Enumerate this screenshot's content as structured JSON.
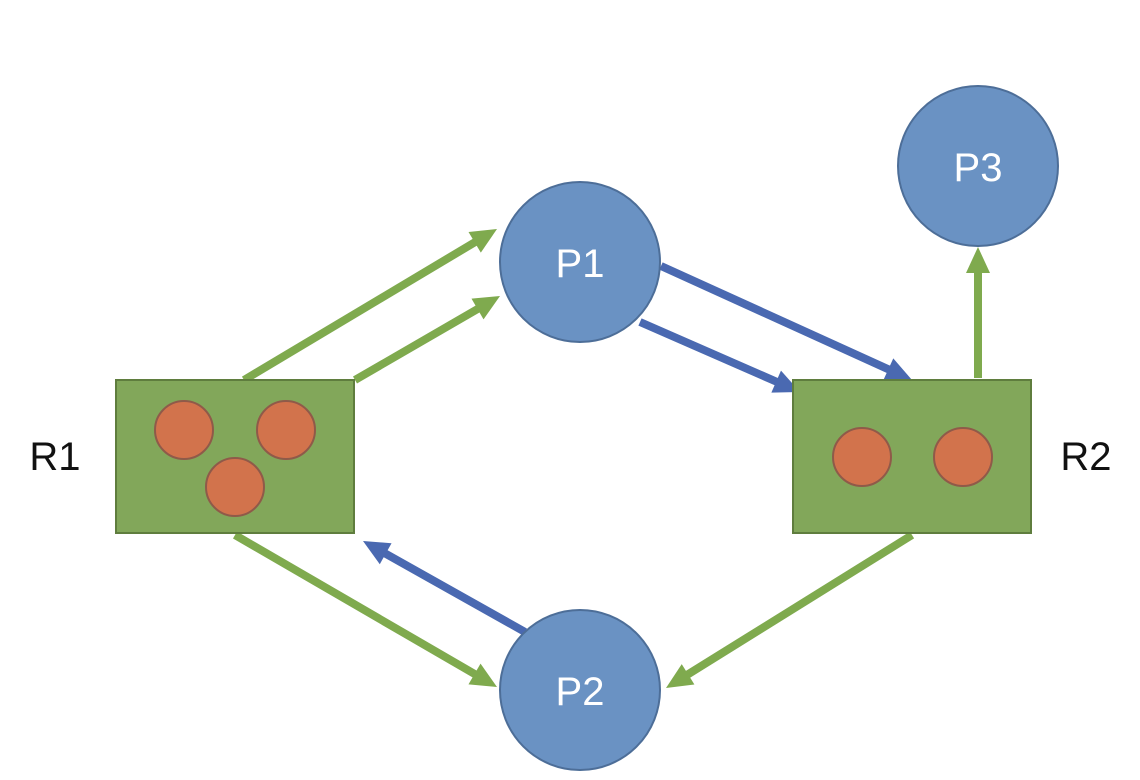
{
  "colors": {
    "process_fill": "#6a92c3",
    "process_stroke": "#4d6e98",
    "resource_fill": "#82a75a",
    "resource_stroke": "#5f7d3e",
    "instance_fill": "#d2734c",
    "instance_stroke": "#8f5a49",
    "assignment_edge": "#7faa4e",
    "request_edge": "#4a69b1",
    "label_text": "#111111",
    "process_text": "#ffffff"
  },
  "processes": [
    {
      "id": "P1",
      "label": "P1"
    },
    {
      "id": "P2",
      "label": "P2"
    },
    {
      "id": "P3",
      "label": "P3"
    }
  ],
  "resources": [
    {
      "id": "R1",
      "label": "R1",
      "instances": 3
    },
    {
      "id": "R2",
      "label": "R2",
      "instances": 2
    }
  ],
  "edges": [
    {
      "from": "R1",
      "to": "P1",
      "kind": "assignment"
    },
    {
      "from": "R1",
      "to": "P1",
      "kind": "assignment"
    },
    {
      "from": "P1",
      "to": "R2",
      "kind": "request"
    },
    {
      "from": "P1",
      "to": "R2",
      "kind": "request"
    },
    {
      "from": "R2",
      "to": "P3",
      "kind": "assignment"
    },
    {
      "from": "R1",
      "to": "P2",
      "kind": "assignment"
    },
    {
      "from": "P2",
      "to": "R1",
      "kind": "request"
    },
    {
      "from": "R2",
      "to": "P2",
      "kind": "assignment"
    }
  ]
}
